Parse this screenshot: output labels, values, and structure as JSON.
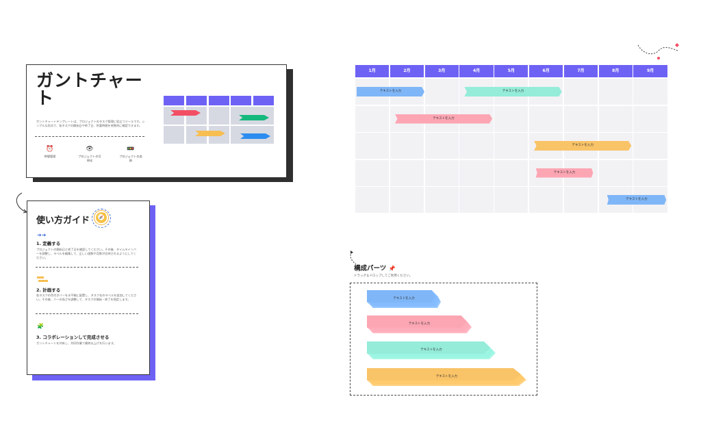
{
  "title_card": {
    "heading": "ガントチャート",
    "description": "ガントチャートテンプレートは、プロジェクトのタスク管理に役立つツールです。シンプルな形式で、各タスクの開始日や終了日、所要時間を視覚的に確認できます。",
    "features": [
      {
        "icon": "⏰",
        "label": "時間管理"
      },
      {
        "icon": "👁",
        "label": "プロジェクトの可視化"
      },
      {
        "icon": "🚥",
        "label": "プロジェクトの追跡"
      }
    ],
    "mini_colors": [
      "#f24f64",
      "#15b87d",
      "#f7be51",
      "#2d8cf0"
    ]
  },
  "guide": {
    "title": "使い方ガイド",
    "compass_icon": "🧭",
    "steps": [
      {
        "icon": "🔹",
        "title": "1. 定義する",
        "text": "プロジェクトの開始日と終了日を確認してください。その後、タイムラインバーを調整し、ラベルを編集して、正しい週数や月数が反映されるようにしてください。"
      },
      {
        "icon": "▬",
        "title": "2. 計画する",
        "text": "各タスクの色付きバーを水平軸に配置し、タスク名のラベルを追加してください。その後、バーの長さを調整して、タスクの開始・終了を指定します。"
      },
      {
        "icon": "🧩",
        "title": "3. コラボレーションして完成させる",
        "text": "ガントチャートを共有し、共同作業で最終仕上げを行います。"
      }
    ]
  },
  "gantt": {
    "months": [
      "1月",
      "2月",
      "3月",
      "4月",
      "5月",
      "6月",
      "7月",
      "8月",
      "9月"
    ],
    "bars": [
      {
        "row": 0,
        "start": 0,
        "end": 1.95,
        "label": "テキストを入力",
        "color": "#7fb6f7"
      },
      {
        "row": 0,
        "start": 3.1,
        "end": 5.9,
        "label": "テキストを入力",
        "color": "#94ecd9"
      },
      {
        "row": 1,
        "start": 1.1,
        "end": 3.9,
        "label": "テキストを入力",
        "color": "#fca6b3"
      },
      {
        "row": 2,
        "start": 5.1,
        "end": 7.9,
        "label": "テキストを入力",
        "color": "#f9c367"
      },
      {
        "row": 3,
        "start": 5.15,
        "end": 6.8,
        "label": "テキストを入力",
        "color": "#fca6b3"
      },
      {
        "row": 4,
        "start": 7.2,
        "end": 8.9,
        "label": "テキストを入力",
        "color": "#7fb6f7"
      }
    ]
  },
  "parts": {
    "title": "構成パーツ",
    "title_icon": "📌",
    "subtitle": "ドラッグ＆ドロップしてご利用ください。",
    "items": [
      {
        "label": "テキストを入力",
        "color": "#7fb6f7"
      },
      {
        "label": "テキストを入力",
        "color": "#fca6b3"
      },
      {
        "label": "テキストを入力",
        "color": "#94ecd9"
      },
      {
        "label": "テキストを入力",
        "color": "#f9c367"
      }
    ]
  }
}
